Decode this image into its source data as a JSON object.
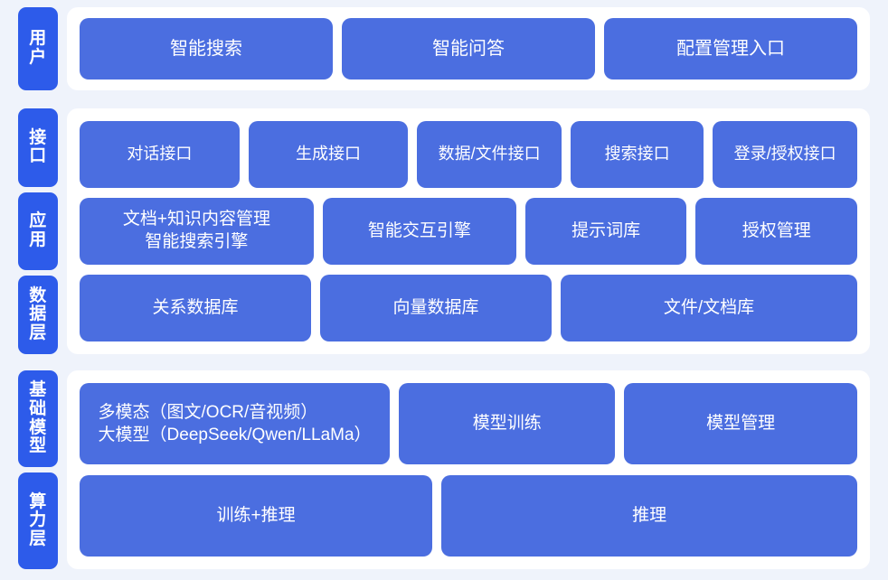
{
  "colors": {
    "page_background": "#eff3fb",
    "panel_background": "#ffffff",
    "label_blue": "#2d5bea",
    "card_blue": "#4b6ee0",
    "text_white": "#ffffff"
  },
  "sections": [
    {
      "id": "users",
      "labels": [
        "用户"
      ],
      "rows": [
        {
          "id": "users-row",
          "cards": [
            {
              "text": "智能搜索",
              "flex": 1
            },
            {
              "text": "智能问答",
              "flex": 1
            },
            {
              "text": "配置管理入口",
              "flex": 1
            }
          ]
        }
      ]
    },
    {
      "id": "platform",
      "labels": [
        "接口",
        "应用",
        "数据层"
      ],
      "rows": [
        {
          "id": "api-row",
          "cards": [
            {
              "text": "对话接口",
              "flex": 1.04
            },
            {
              "text": "生成接口",
              "flex": 1.04
            },
            {
              "text": "数据/文件接口",
              "flex": 0.93
            },
            {
              "text": "搜索接口",
              "flex": 0.85
            },
            {
              "text": "登录/授权接口",
              "flex": 0.93
            }
          ]
        },
        {
          "id": "app-row",
          "cards": [
            {
              "text": "文档+知识内容管理\n智能搜索引擎",
              "flex": 1.3
            },
            {
              "text": "智能交互引擎",
              "flex": 1.06
            },
            {
              "text": "提示词库",
              "flex": 0.87
            },
            {
              "text": "授权管理",
              "flex": 0.87
            }
          ]
        },
        {
          "id": "data-row",
          "cards": [
            {
              "text": "关系数据库",
              "flex": 1
            },
            {
              "text": "向量数据库",
              "flex": 1
            },
            {
              "text": "文件/文档库",
              "flex": 1.3
            }
          ]
        }
      ]
    },
    {
      "id": "foundation",
      "labels": [
        "基础模型",
        "算力层"
      ],
      "rows": [
        {
          "id": "model-row",
          "cards": [
            {
              "text": "多模态（图文/OCR/音视频）\n大模型（DeepSeek/Qwen/LLaMa）",
              "flex": 1.23,
              "variant": "multimodal"
            },
            {
              "text": "模型训练",
              "flex": 0.85
            },
            {
              "text": "模型管理",
              "flex": 0.92
            }
          ]
        },
        {
          "id": "compute-row",
          "cards": [
            {
              "text": "训练+推理",
              "flex": 0.86
            },
            {
              "text": "推理",
              "flex": 1.02
            }
          ]
        }
      ]
    }
  ]
}
